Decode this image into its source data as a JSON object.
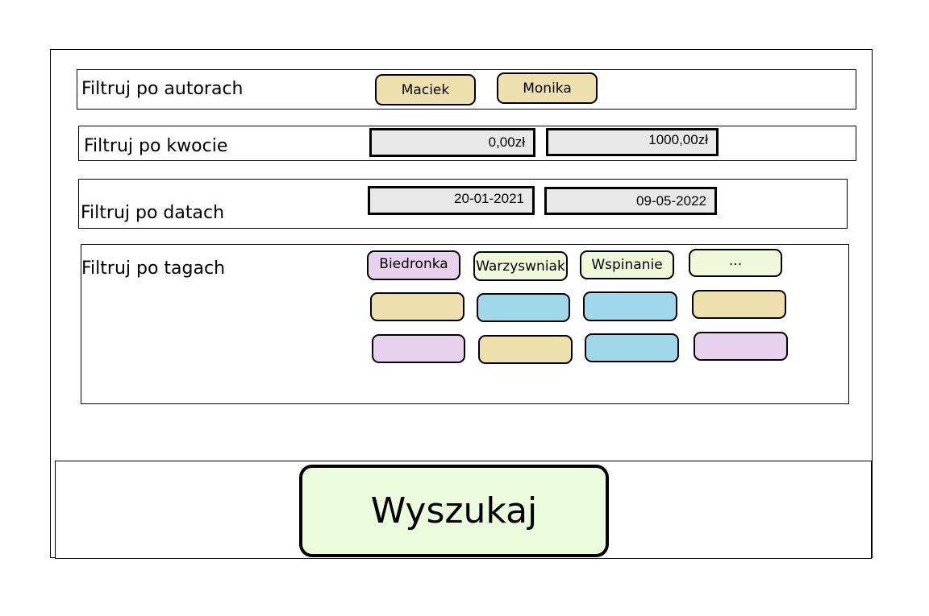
{
  "colors": {
    "author_chip": "#ede0ad",
    "tag_pink": "#e8d1ec",
    "tag_green": "#f1f8d9",
    "tag_yellow": "#ede0ad",
    "tag_blue": "#9ed8ea",
    "field_bg": "#e8e8e8",
    "search_button": "#ebfcdc"
  },
  "authors": {
    "label": "Filtruj po autorach",
    "items": [
      "Maciek",
      "Monika"
    ]
  },
  "amount": {
    "label": "Filtruj po kwocie",
    "min": "0,00zł",
    "max": "1000,00zł"
  },
  "dates": {
    "label": "Filtruj po datach",
    "from": "20-01-2021",
    "to": "09-05-2022"
  },
  "tags": {
    "label": "Filtruj po tagach",
    "items": [
      {
        "label": "Biedronka",
        "color": "pink"
      },
      {
        "label": "Warzyswniak",
        "color": "green"
      },
      {
        "label": "Wspinanie",
        "color": "green"
      },
      {
        "label": "...",
        "color": "green"
      },
      {
        "label": "",
        "color": "yellow"
      },
      {
        "label": "",
        "color": "blue"
      },
      {
        "label": "",
        "color": "blue"
      },
      {
        "label": "",
        "color": "yellow"
      },
      {
        "label": "",
        "color": "pink"
      },
      {
        "label": "",
        "color": "yellow"
      },
      {
        "label": "",
        "color": "blue"
      },
      {
        "label": "",
        "color": "pink"
      }
    ]
  },
  "search_button": {
    "label": "Wyszukaj"
  }
}
